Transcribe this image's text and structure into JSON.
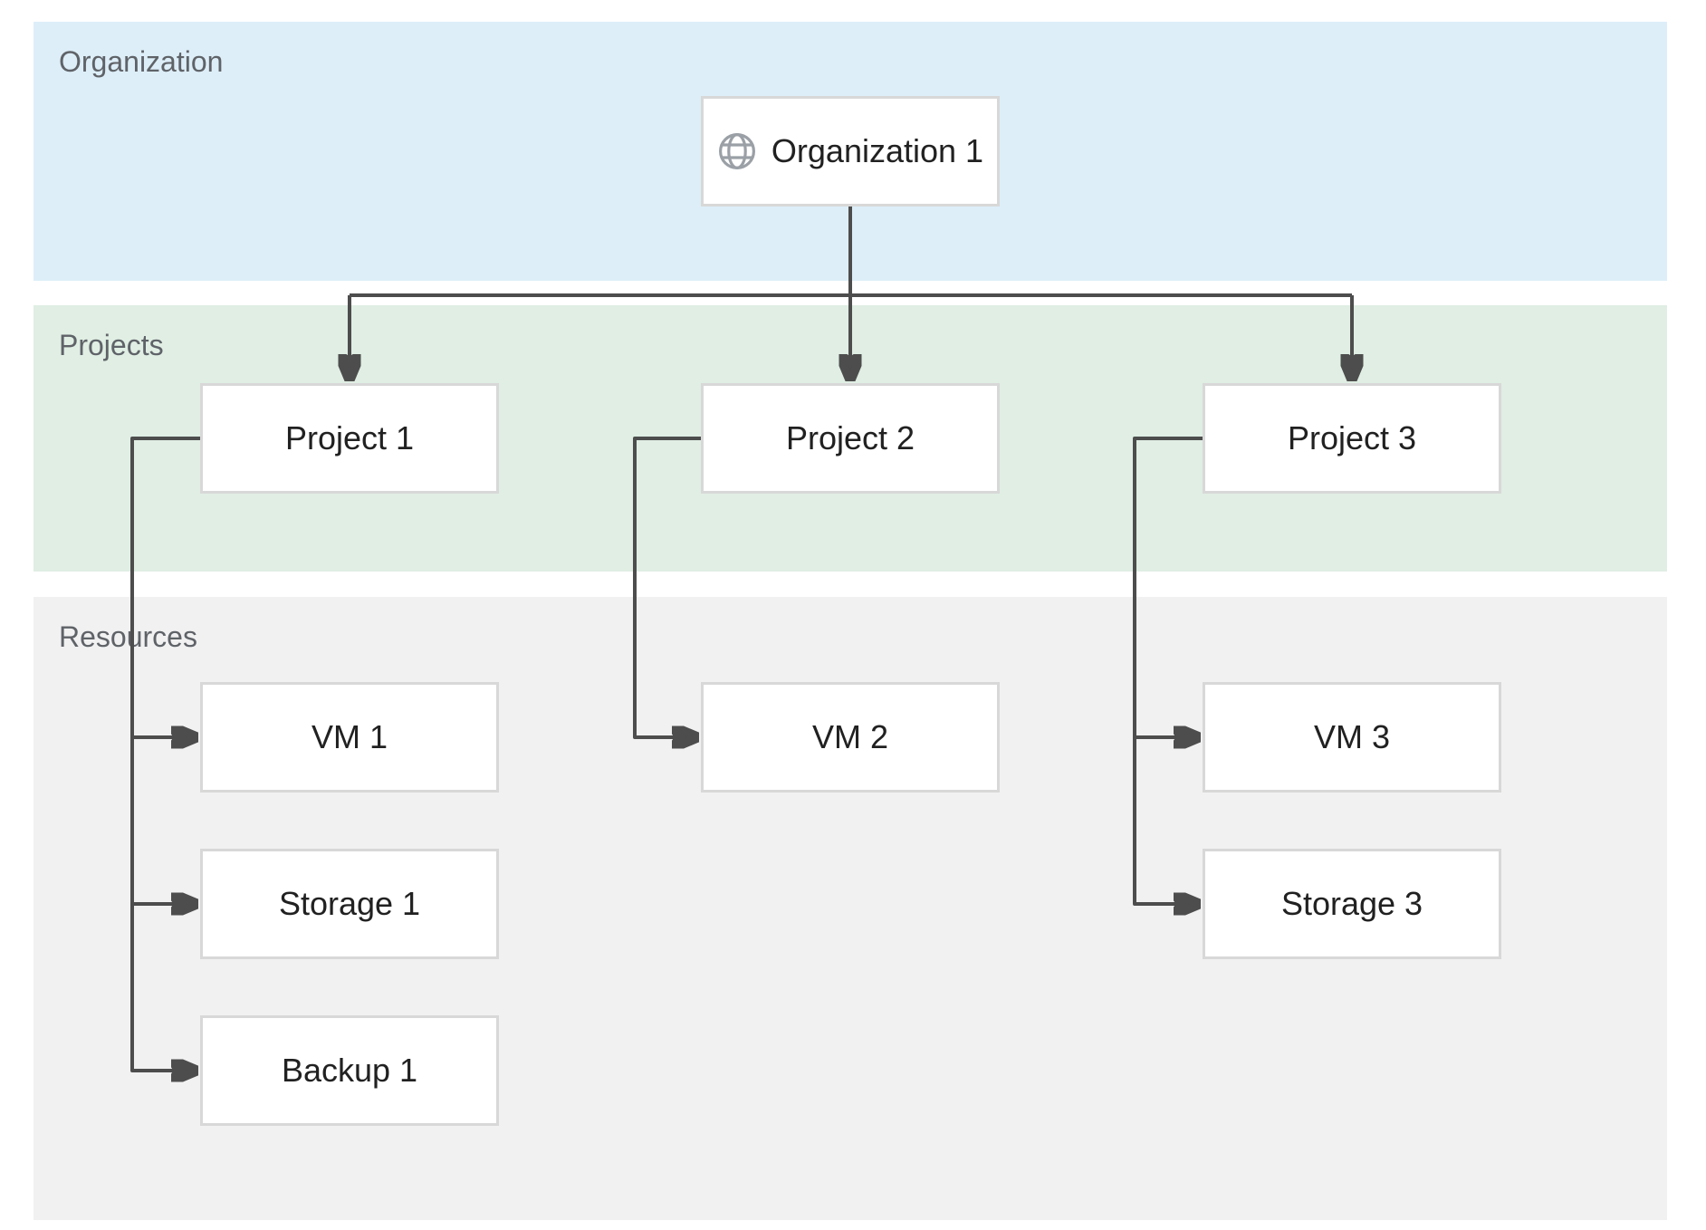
{
  "bands": {
    "organization": {
      "label": "Organization",
      "fill": "#ddeef8"
    },
    "projects": {
      "label": "Projects",
      "fill": "#e0eee4"
    },
    "resources": {
      "label": "Resources",
      "fill": "#f1f1f2"
    }
  },
  "nodes": {
    "organization1": {
      "label": "Organization 1",
      "icon": "globe-icon",
      "band": "organization"
    },
    "project1": {
      "label": "Project 1",
      "band": "projects"
    },
    "project2": {
      "label": "Project 2",
      "band": "projects"
    },
    "project3": {
      "label": "Project 3",
      "band": "projects"
    },
    "vm1": {
      "label": "VM 1",
      "band": "resources"
    },
    "storage1": {
      "label": "Storage 1",
      "band": "resources"
    },
    "backup1": {
      "label": "Backup 1",
      "band": "resources"
    },
    "vm2": {
      "label": "VM 2",
      "band": "resources"
    },
    "vm3": {
      "label": "VM 3",
      "band": "resources"
    },
    "storage3": {
      "label": "Storage 3",
      "band": "resources"
    }
  },
  "edges": [
    {
      "from": "organization1",
      "to": "project1"
    },
    {
      "from": "organization1",
      "to": "project2"
    },
    {
      "from": "organization1",
      "to": "project3"
    },
    {
      "from": "project1",
      "to": "vm1"
    },
    {
      "from": "project1",
      "to": "storage1"
    },
    {
      "from": "project1",
      "to": "backup1"
    },
    {
      "from": "project2",
      "to": "vm2"
    },
    {
      "from": "project3",
      "to": "vm3"
    },
    {
      "from": "project3",
      "to": "storage3"
    }
  ],
  "colors": {
    "connector": "#4d4d4d",
    "node_border": "#d8d8d8",
    "node_fill": "#ffffff",
    "node_text": "#212121",
    "band_label_text": "#5f6368",
    "globe_icon": "#9aa0a6",
    "page_background": "#ffffff"
  }
}
